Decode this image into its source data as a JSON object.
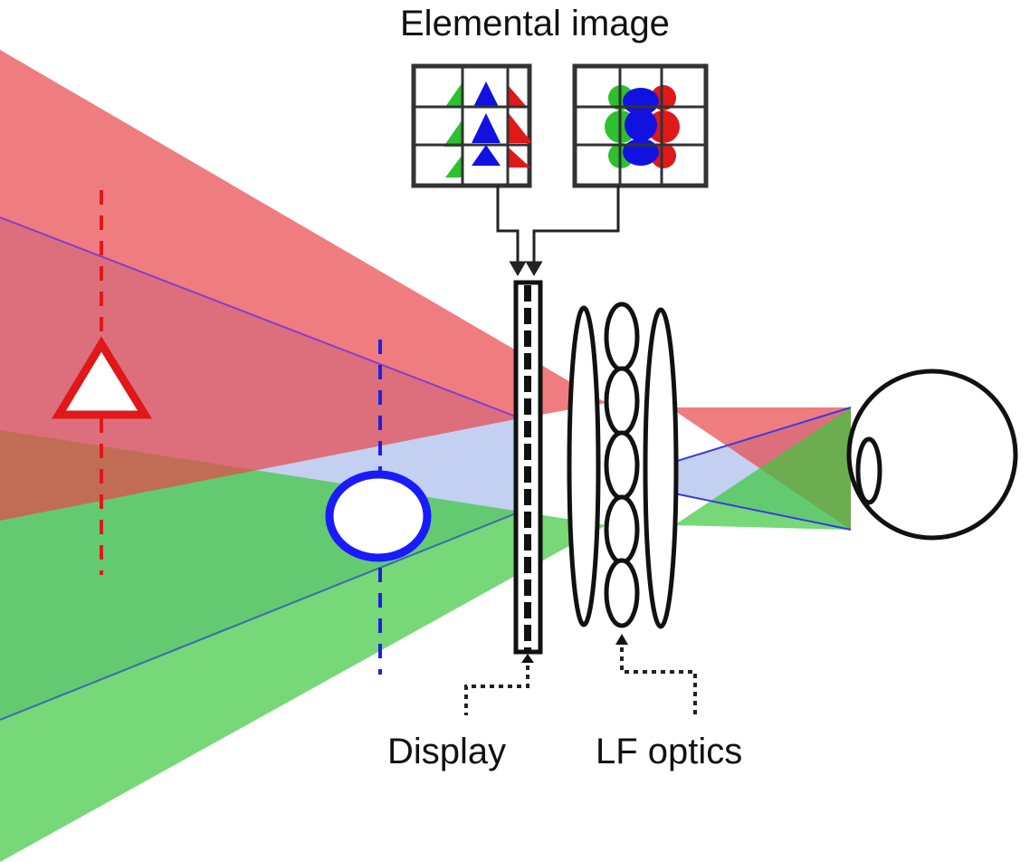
{
  "labels": {
    "elemental_image": "Elemental image",
    "display": "Display",
    "lf_optics": "LF optics"
  },
  "colors": {
    "red": "#e8464a",
    "green": "#3cc83c",
    "blue": "#1a1aff",
    "light_blue": "#b8c8ee"
  }
}
